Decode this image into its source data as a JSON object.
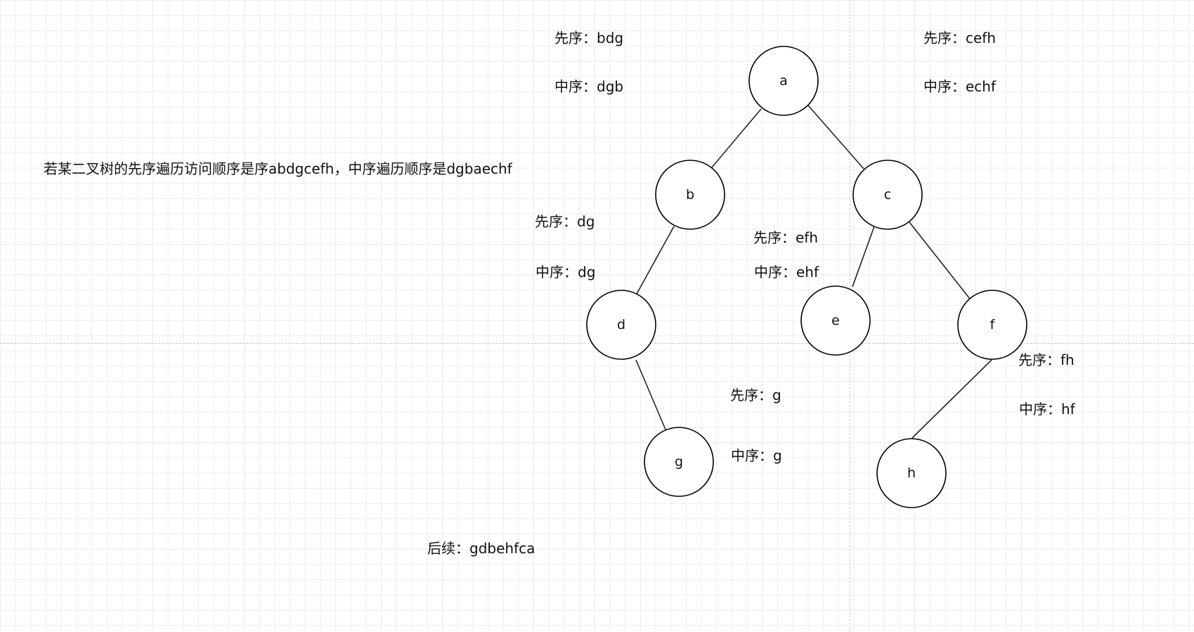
{
  "question": "若某二叉树的先序遍历访问顺序是序abdgcefh，中序遍历顺序是dgbaechf",
  "result": "后续：gdbehfca",
  "nodes": {
    "a": "a",
    "b": "b",
    "c": "c",
    "d": "d",
    "e": "e",
    "f": "f",
    "g": "g",
    "h": "h"
  },
  "annotations": {
    "root_left_pre": "先序：bdg",
    "root_left_in": "中序：dgb",
    "root_right_pre": "先序：cefh",
    "root_right_in": "中序：echf",
    "b_sub_pre": "先序：dg",
    "b_sub_in": "中序：dg",
    "c_sub_pre": "先序：efh",
    "c_sub_in": "中序：ehf",
    "d_sub_pre": "先序：g",
    "d_sub_in": "中序：g",
    "f_sub_pre": "先序：fh",
    "f_sub_in": "中序：hf"
  },
  "colors": {
    "node_stroke": "#000000",
    "edge": "#222222",
    "grid": "#ebebeb",
    "page_break": "#c8c8c8"
  }
}
